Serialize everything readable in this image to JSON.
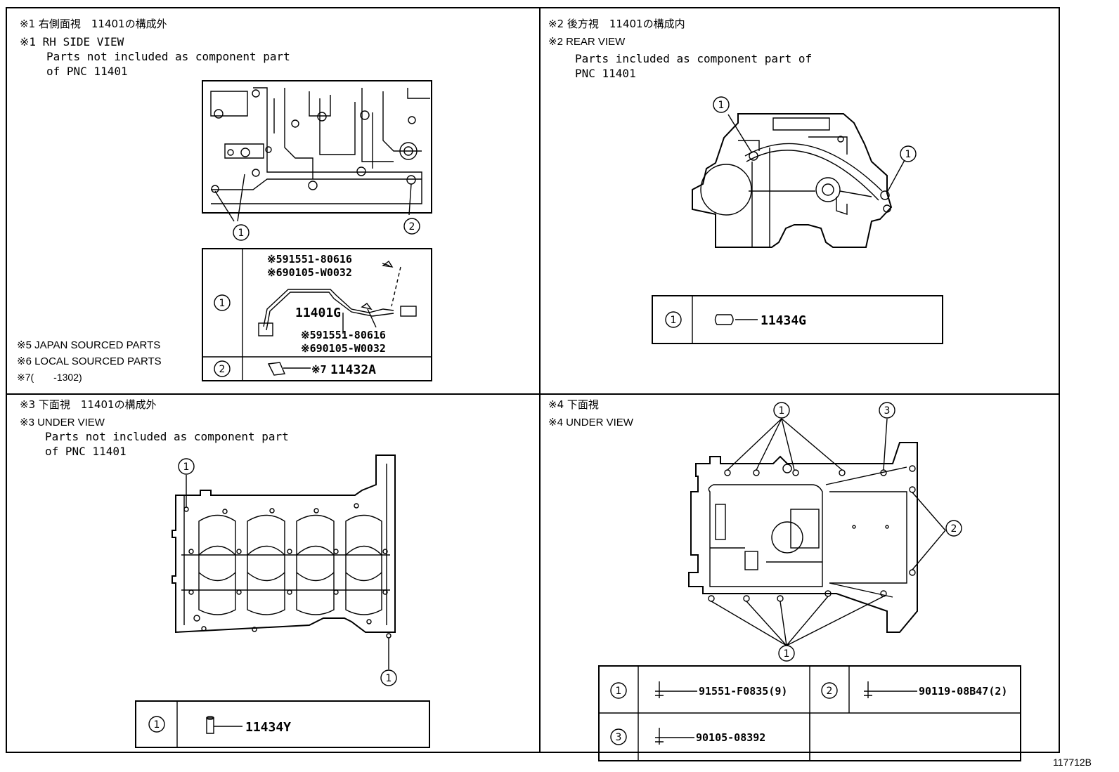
{
  "q1": {
    "jp_title": "※1 右側面視　11401の構成外",
    "en_title": "※1 RH SIDE VIEW",
    "desc1": "Parts not included as component part",
    "desc2": "of PNC 11401",
    "callout_1": "1",
    "callout_2": "2",
    "table": {
      "row1_label": "1",
      "row1_parts": [
        "※591551-80616",
        "※690105-W0032",
        "11401G",
        "※591551-80616",
        "※690105-W0032"
      ],
      "row2_label": "2",
      "row2_part_prefix": "※7",
      "row2_part": "11432A"
    },
    "notes": [
      "※5 JAPAN SOURCED PARTS",
      "※6 LOCAL SOURCED PARTS",
      "※7(　　-1302)"
    ]
  },
  "q2": {
    "jp_title": "※2 後方視　11401の構成内",
    "en_title": "※2 REAR VIEW",
    "desc1": "Parts included as component part of",
    "desc2": "PNC 11401",
    "callout_1": "1",
    "table": {
      "row1_label": "1",
      "row1_part": "11434G"
    }
  },
  "q3": {
    "jp_title": "※3 下面視　11401の構成外",
    "en_title": "※3 UNDER VIEW",
    "desc1": "Parts not included as component part",
    "desc2": "of PNC 11401",
    "callout_1": "1",
    "table": {
      "row1_label": "1",
      "row1_part": "11434Y"
    }
  },
  "q4": {
    "jp_title": "※4 下面視",
    "en_title": "※4 UNDER VIEW",
    "callout_1": "1",
    "callout_2": "2",
    "callout_3": "3",
    "table": {
      "r1_label": "1",
      "r1_part": "91551-F0835(9)",
      "r2_label": "2",
      "r2_part": "90119-08B47(2)",
      "r3_label": "3",
      "r3_part": "90105-08392"
    }
  },
  "figure_id": "117712B"
}
